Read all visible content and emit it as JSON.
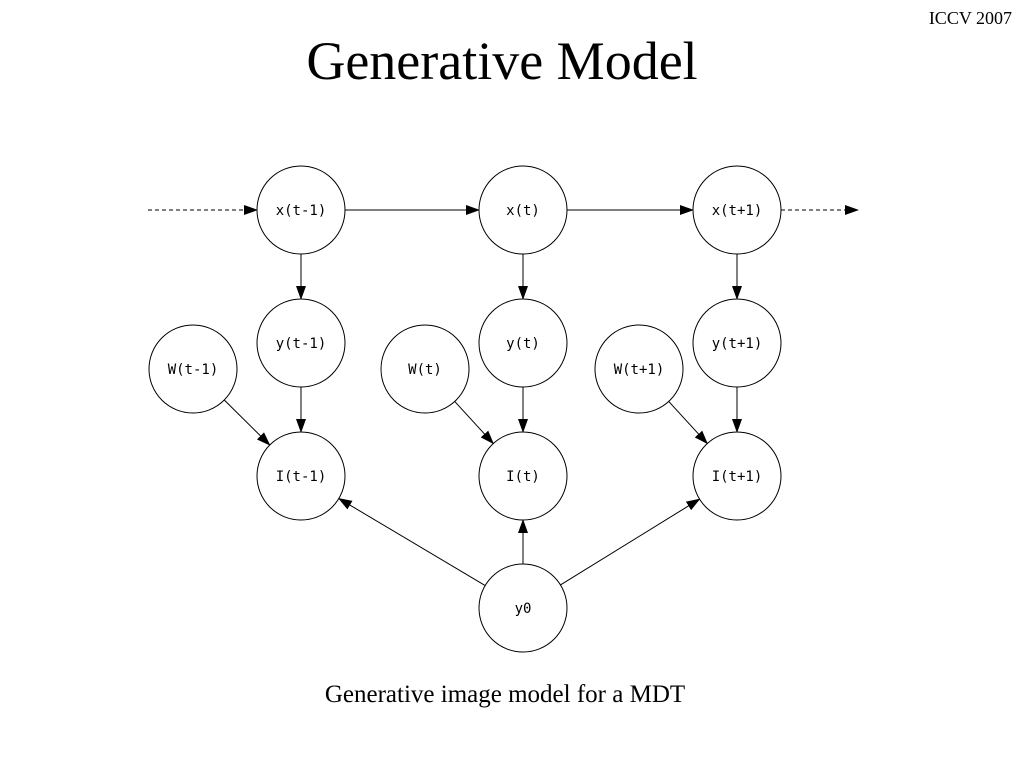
{
  "header": {
    "conference": "ICCV 2007"
  },
  "title": "Generative Model",
  "caption": "Generative image model for a MDT",
  "diagram": {
    "nodes": [
      {
        "id": "x_tm1",
        "label": "x(t-1)"
      },
      {
        "id": "x_t",
        "label": "x(t)"
      },
      {
        "id": "x_tp1",
        "label": "x(t+1)"
      },
      {
        "id": "y_tm1",
        "label": "y(t-1)"
      },
      {
        "id": "y_t",
        "label": "y(t)"
      },
      {
        "id": "y_tp1",
        "label": "y(t+1)"
      },
      {
        "id": "W_tm1",
        "label": "W(t-1)"
      },
      {
        "id": "W_t",
        "label": "W(t)"
      },
      {
        "id": "W_tp1",
        "label": "W(t+1)"
      },
      {
        "id": "I_tm1",
        "label": "I(t-1)"
      },
      {
        "id": "I_t",
        "label": "I(t)"
      },
      {
        "id": "I_tp1",
        "label": "I(t+1)"
      },
      {
        "id": "y0",
        "label": "y0"
      }
    ],
    "edges": [
      {
        "from": "x_tm1",
        "to": "x_t"
      },
      {
        "from": "x_t",
        "to": "x_tp1"
      },
      {
        "from": "x_tm1",
        "to": "y_tm1"
      },
      {
        "from": "x_t",
        "to": "y_t"
      },
      {
        "from": "x_tp1",
        "to": "y_tp1"
      },
      {
        "from": "y_tm1",
        "to": "I_tm1"
      },
      {
        "from": "y_t",
        "to": "I_t"
      },
      {
        "from": "y_tp1",
        "to": "I_tp1"
      },
      {
        "from": "W_tm1",
        "to": "I_tm1"
      },
      {
        "from": "W_t",
        "to": "I_t"
      },
      {
        "from": "W_tp1",
        "to": "I_tp1"
      },
      {
        "from": "y0",
        "to": "I_tm1"
      },
      {
        "from": "y0",
        "to": "I_t"
      },
      {
        "from": "y0",
        "to": "I_tp1"
      }
    ]
  }
}
